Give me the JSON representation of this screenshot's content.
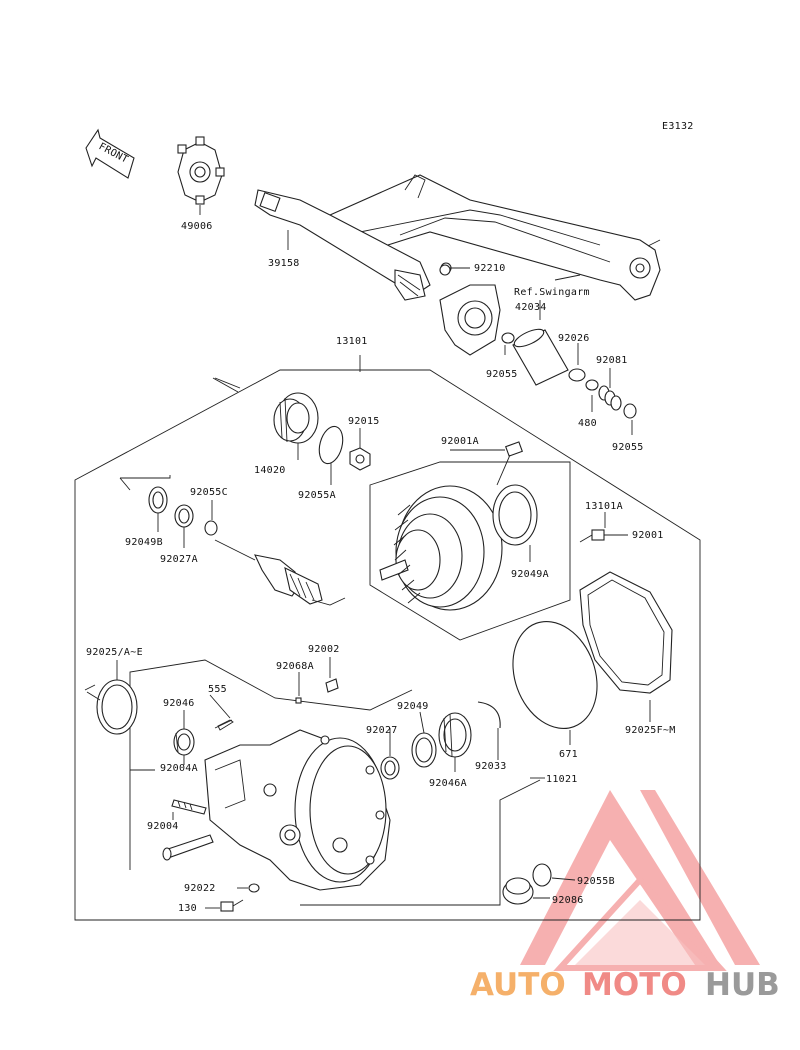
{
  "diagram": {
    "code": "E3132",
    "front_label": "FRONT",
    "ref_label": "Ref.Swingarm"
  },
  "callouts": {
    "p49006": "49006",
    "p39158": "39158",
    "p92210": "92210",
    "p42034": "42034",
    "p13101": "13101",
    "p92026": "92026",
    "p92081": "92081",
    "p92055a1": "92055",
    "p480": "480",
    "p92055a2": "92055",
    "p92015": "92015",
    "p14020": "14020",
    "p92055A": "92055A",
    "p92001A": "92001A",
    "p92055C": "92055C",
    "p92049B": "92049B",
    "p92027A": "92027A",
    "p13101A": "13101A",
    "p92001": "92001",
    "p92049A": "92049A",
    "p92025AE": "92025/A~E",
    "p92002": "92002",
    "p92068A": "92068A",
    "p555": "555",
    "p92046": "92046",
    "p92004A": "92004A",
    "p92049": "92049",
    "p92027": "92027",
    "p92046A": "92046A",
    "p92033": "92033",
    "p671": "671",
    "p92025FM": "92025F~M",
    "p11021": "11021",
    "p92004": "92004",
    "p92022": "92022",
    "p130": "130",
    "p92055B": "92055B",
    "p92086": "92086"
  },
  "watermark": {
    "part1": "AUTO",
    "part2": "MOTO",
    "part3": "HUB",
    "color1": "#f5b06a",
    "color2": "#f08a86",
    "color3": "#9a9a9a",
    "logo_color": "#f07070"
  }
}
